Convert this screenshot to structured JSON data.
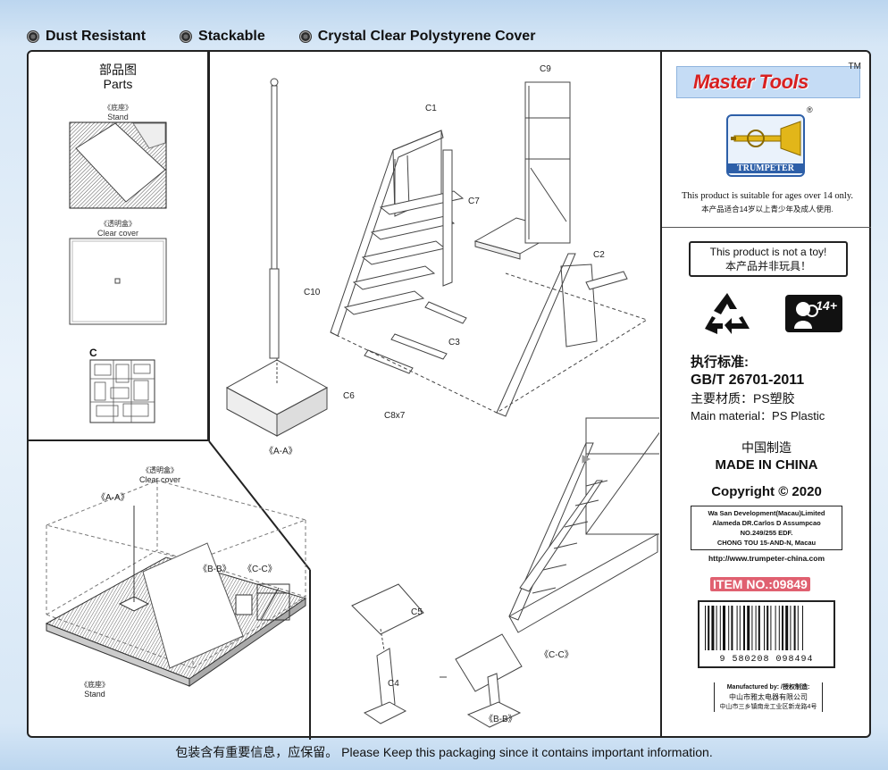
{
  "header": {
    "features": [
      "Dust Resistant",
      "Stackable",
      "Crystal Clear Polystyrene Cover"
    ]
  },
  "parts_panel": {
    "title_cn": "部品图",
    "title_en": "Parts",
    "stand_cn": "《底座》",
    "stand_en": "Stand",
    "cover_cn": "《透明盒》",
    "cover_en": "Clear cover",
    "sprue_label": "C"
  },
  "assembly_panel": {
    "cover_cn": "《透明盒》",
    "cover_en": "Clear cover",
    "stand_cn": "《底座》",
    "stand_en": "Stand",
    "label_aa": "《A-A》",
    "label_bb": "《B-B》",
    "label_cc": "《C-C》"
  },
  "instructions": {
    "labels": {
      "c1": "C1",
      "c9": "C9",
      "c7": "C7",
      "c2": "C2",
      "c10": "C10",
      "c3": "C3",
      "c6": "C6",
      "c8x7": "C8x7",
      "c5": "C5",
      "c4": "C4",
      "aa": "《A-A》",
      "bb": "《B-B》",
      "cc": "《C-C》"
    }
  },
  "info_panel": {
    "brand": "Master Tools",
    "tm": "TM",
    "logo_text": "TRUMPETER",
    "reg": "®",
    "age_en": "This product is suitable for ages over 14 only.",
    "age_cn": "本产品适合14岁以上青少年及成人使用.",
    "toy_en": "This product is not a toy!",
    "toy_cn": "本产品并非玩具！",
    "age_badge": "14+",
    "standard_cn": "执行标准:",
    "standard": "GB/T 26701-2011",
    "material_cn": "主要材质：PS塑胶",
    "material_en": "Main material：PS Plastic",
    "made_cn": "中国制造",
    "made_en": "MADE IN CHINA",
    "copyright": "Copyright © 2020",
    "address_lines": [
      "Wa San Development(Macau)Limited",
      "Alameda DR.Carlos D Assumpcao",
      "NO.249/255 EDF.",
      "CHONG TOU 15-AND-N, Macau"
    ],
    "url": "http://www.trumpeter-china.com",
    "item_no": "ITEM NO.:09849",
    "barcode": "9 580208 098494",
    "mfr_title": "Manufactured by: /授权制造:",
    "mfr_line1": "中山市雅太电器有限公司",
    "mfr_line2": "中山市三乡镇南龙工业区新龙路4号"
  },
  "footer": {
    "text": "包装含有重要信息，应保留。 Please Keep this packaging since it contains important information."
  }
}
